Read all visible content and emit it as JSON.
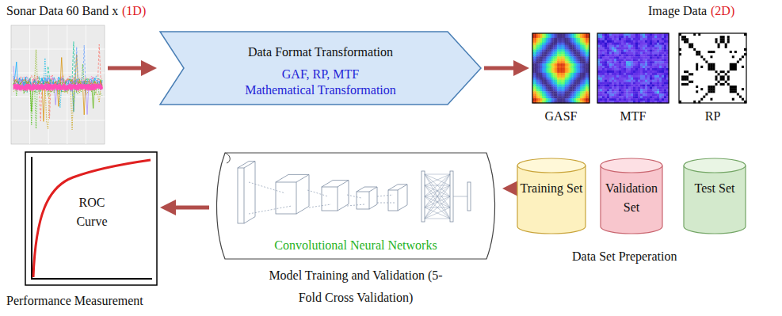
{
  "diagram": {
    "nodes": [
      {
        "text": [
          "Sonar Data 60 Band x",
          "(1D)"
        ]
      },
      {
        "text": [
          "Data Format Transformation",
          "GAF, RP, MTF",
          "Mathematical Transformation"
        ]
      },
      {
        "text": [
          "GASF"
        ]
      },
      {
        "text": [
          "MTF"
        ]
      },
      {
        "text": [
          "RP"
        ]
      },
      {
        "text": [
          "ROC Curve",
          "Performance Measurement"
        ]
      },
      {
        "text": [
          "Convolutional Neural Networks",
          "Model Training and Validation (5-Fold Cross Validation)"
        ]
      },
      {
        "text": [
          "Training Set"
        ]
      },
      {
        "text": [
          "Validation Set"
        ]
      },
      {
        "text": [
          "Test Set"
        ]
      }
    ],
    "edges": [
      {
        "from": 0,
        "to": 1,
        "arrow": "to"
      },
      {
        "from": 1,
        "to": 2,
        "arrow": "to"
      },
      {
        "from": 7,
        "to": 6,
        "arrow": "to"
      },
      {
        "from": 6,
        "to": 5,
        "arrow": "to"
      }
    ],
    "labels": [
      "Image Data",
      "(2D)",
      "Data Set Preperation"
    ]
  }
}
